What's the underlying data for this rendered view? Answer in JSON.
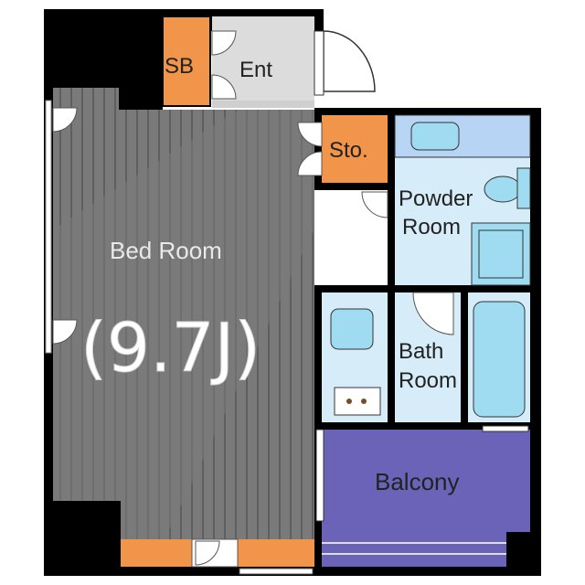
{
  "rooms": {
    "bedroom": {
      "label": "Bed Room",
      "size": "(9.7J)"
    },
    "shoe_box": {
      "label": "SB"
    },
    "entrance": {
      "label": "Ent"
    },
    "storage": {
      "label": "Sto."
    },
    "powder_room": {
      "line1": "Powder",
      "line2": "Room"
    },
    "bath_room": {
      "line1": "Bath",
      "line2": "Room"
    },
    "balcony": {
      "label": "Balcony"
    }
  },
  "colors": {
    "wall": "#000000",
    "bedroom_floor": "#7a7a7a",
    "bedroom_stripe": "#5e5e5e",
    "entrance_floor": "#dcdcdc",
    "storage": "#f0954a",
    "wet_area": "#d6ecf8",
    "fixture": "#9fdcf2",
    "bath_ceiling": "#b8d4f4",
    "balcony": "#6b63b8"
  }
}
